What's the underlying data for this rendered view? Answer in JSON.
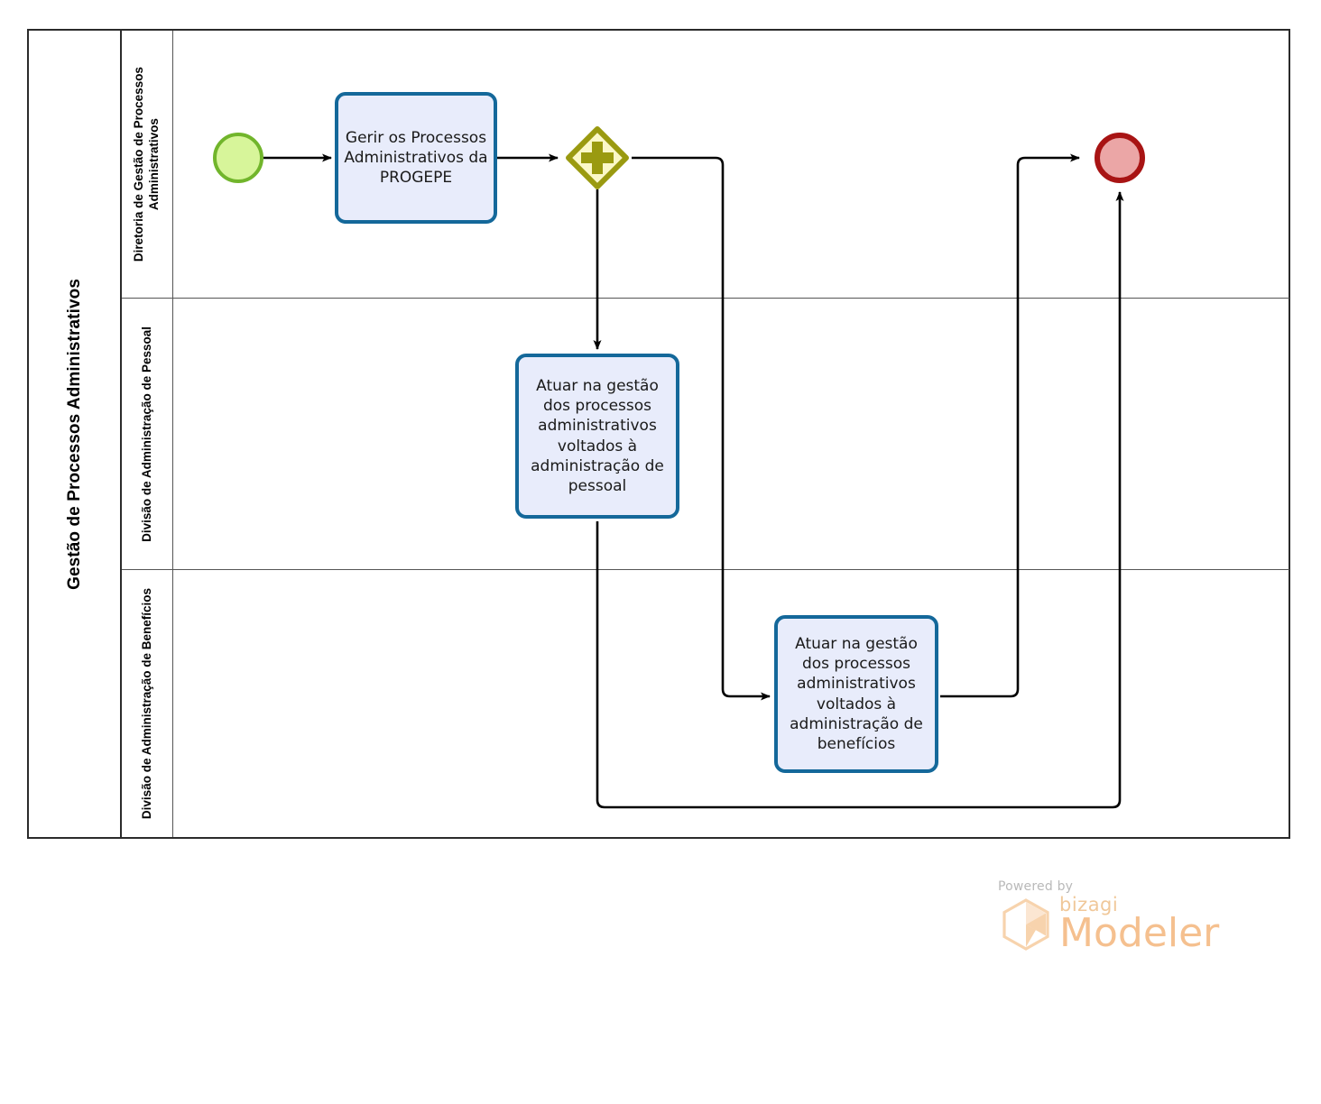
{
  "pool": {
    "title": "Gestão de Processos Administrativos",
    "lanes": [
      {
        "id": "lane-diretoria",
        "label": "Diretoria de Gestão de Processos Administrativos"
      },
      {
        "id": "lane-pessoal",
        "label": "Divisão de Administração de Pessoal"
      },
      {
        "id": "lane-beneficios",
        "label": "Divisão de Administração de Benefícios"
      }
    ]
  },
  "nodes": {
    "start_event": {
      "name": "start-event",
      "type": "start-event",
      "label": ""
    },
    "task_gerir": {
      "name": "task-gerir-processos",
      "type": "task",
      "label": "Gerir os Processos Administrativos da PROGEPE"
    },
    "gateway_parallel": {
      "name": "parallel-gateway",
      "type": "parallel-gateway",
      "marker": "+"
    },
    "task_pessoal": {
      "name": "task-atuar-pessoal",
      "type": "task",
      "label": "Atuar na gestão dos processos administrativos voltados à administração de pessoal"
    },
    "task_beneficios": {
      "name": "task-atuar-beneficios",
      "type": "task",
      "label": "Atuar na gestão dos processos administrativos voltados à administração de benefícios"
    },
    "end_event": {
      "name": "end-event",
      "type": "end-event",
      "label": ""
    }
  },
  "branding": {
    "powered_by": "Powered by",
    "bizagi": "bizagi",
    "modeler": "Modeler"
  },
  "colors": {
    "start_fill": "#d7f59a",
    "start_stroke": "#71b52b",
    "end_fill": "#eba6a6",
    "end_stroke": "#a81414",
    "task_fill": "#e8ecfb",
    "task_stroke": "#14689a",
    "gateway_fill": "#fbf8c8",
    "gateway_stroke": "#9a9a10",
    "connector": "#000000",
    "pool_border": "#2b2b2b",
    "brand": "#f5c08f"
  }
}
